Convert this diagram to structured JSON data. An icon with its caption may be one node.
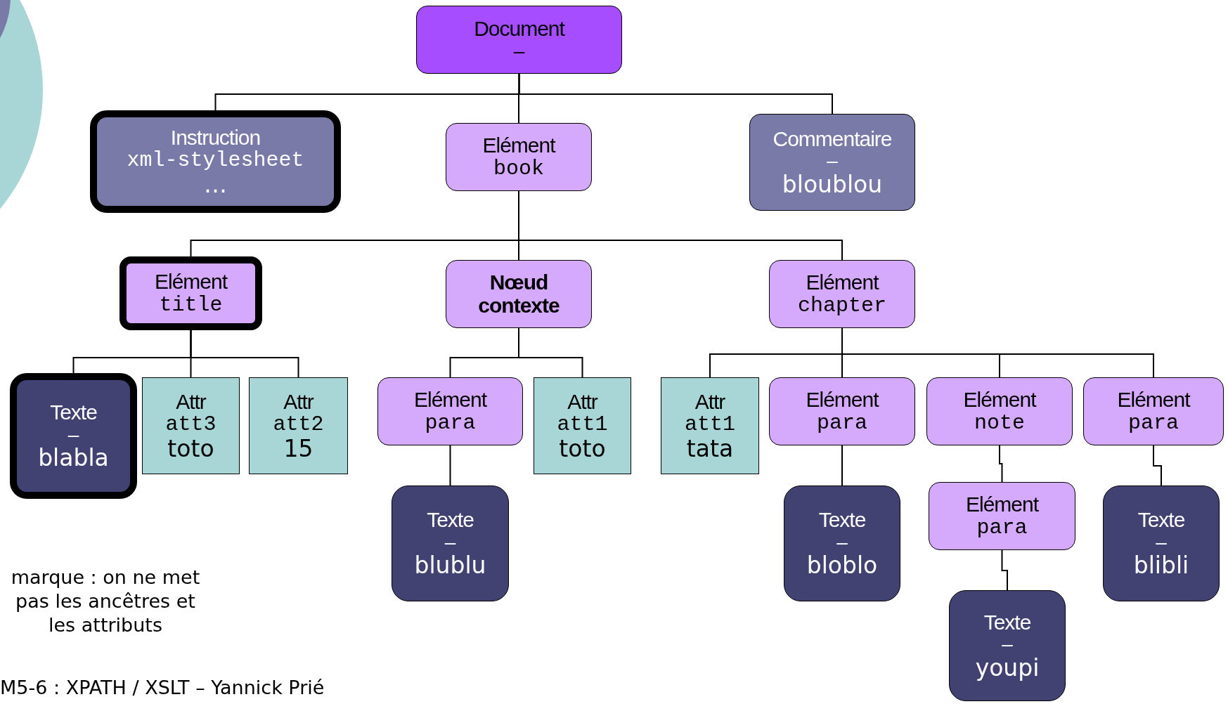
{
  "diagram": {
    "nodes": [
      {
        "text": [
          "Document",
          "–"
        ]
      },
      {
        "text": [
          "Instruction",
          "xml-stylesheet",
          "…"
        ]
      },
      {
        "text": [
          "Elément",
          "book"
        ]
      },
      {
        "text": [
          "Commentaire",
          "–",
          "bloublou"
        ]
      },
      {
        "text": [
          "Elément",
          "title"
        ]
      },
      {
        "text": [
          "Nœud contexte"
        ]
      },
      {
        "text": [
          "Elément",
          "chapter"
        ]
      },
      {
        "text": [
          "Texte",
          "–",
          "blabla"
        ]
      },
      {
        "text": [
          "Attr",
          "att3",
          "toto"
        ]
      },
      {
        "text": [
          "Attr",
          "att2",
          "15"
        ]
      },
      {
        "text": [
          "Elément",
          "para"
        ]
      },
      {
        "text": [
          "Attr",
          "att1",
          "toto"
        ]
      },
      {
        "text": [
          "Attr",
          "att1",
          "tata"
        ]
      },
      {
        "text": [
          "Elément",
          "para"
        ]
      },
      {
        "text": [
          "Elément",
          "note"
        ]
      },
      {
        "text": [
          "Elément",
          "para"
        ]
      },
      {
        "text": [
          "Texte",
          "–",
          "blublu"
        ]
      },
      {
        "text": [
          "Texte",
          "–",
          "bloblo"
        ]
      },
      {
        "text": [
          "Elément",
          "para"
        ]
      },
      {
        "text": [
          "Texte",
          "–",
          "blibli"
        ]
      },
      {
        "text": [
          "Texte",
          "–",
          "youpi"
        ]
      }
    ],
    "edges": [
      {
        "from": 0,
        "to": 1,
        "arrow": "none"
      },
      {
        "from": 0,
        "to": 2,
        "arrow": "none"
      },
      {
        "from": 0,
        "to": 3,
        "arrow": "none"
      },
      {
        "from": 2,
        "to": 4,
        "arrow": "none"
      },
      {
        "from": 2,
        "to": 5,
        "arrow": "none"
      },
      {
        "from": 2,
        "to": 6,
        "arrow": "none"
      },
      {
        "from": 4,
        "to": 7,
        "arrow": "none"
      },
      {
        "from": 4,
        "to": 8,
        "arrow": "none"
      },
      {
        "from": 4,
        "to": 9,
        "arrow": "none"
      },
      {
        "from": 5,
        "to": 10,
        "arrow": "none"
      },
      {
        "from": 5,
        "to": 11,
        "arrow": "none"
      },
      {
        "from": 6,
        "to": 12,
        "arrow": "none"
      },
      {
        "from": 6,
        "to": 13,
        "arrow": "none"
      },
      {
        "from": 6,
        "to": 14,
        "arrow": "none"
      },
      {
        "from": 6,
        "to": 15,
        "arrow": "none"
      },
      {
        "from": 10,
        "to": 16,
        "arrow": "none"
      },
      {
        "from": 13,
        "to": 17,
        "arrow": "none"
      },
      {
        "from": 14,
        "to": 18,
        "arrow": "none"
      },
      {
        "from": 15,
        "to": 19,
        "arrow": "none"
      },
      {
        "from": 18,
        "to": 20,
        "arrow": "none"
      }
    ],
    "labels": [
      "marque : on ne met pas les ancêtres et les attributs",
      "M5-6 : XPATH / XSLT – Yannick Prié"
    ]
  }
}
